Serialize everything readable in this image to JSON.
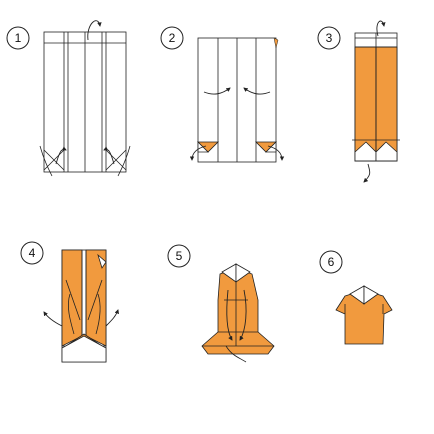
{
  "steps": [
    {
      "number": "1"
    },
    {
      "number": "2"
    },
    {
      "number": "3"
    },
    {
      "number": "4"
    },
    {
      "number": "5"
    },
    {
      "number": "6"
    }
  ],
  "colors": {
    "paper_color": "#f19a3e",
    "paper_white": "#ffffff",
    "line": "#222222",
    "background": "#ffffff"
  },
  "icons": [
    "step-number-badge",
    "fold-arrow-icon",
    "turn-over-arrow-icon"
  ]
}
